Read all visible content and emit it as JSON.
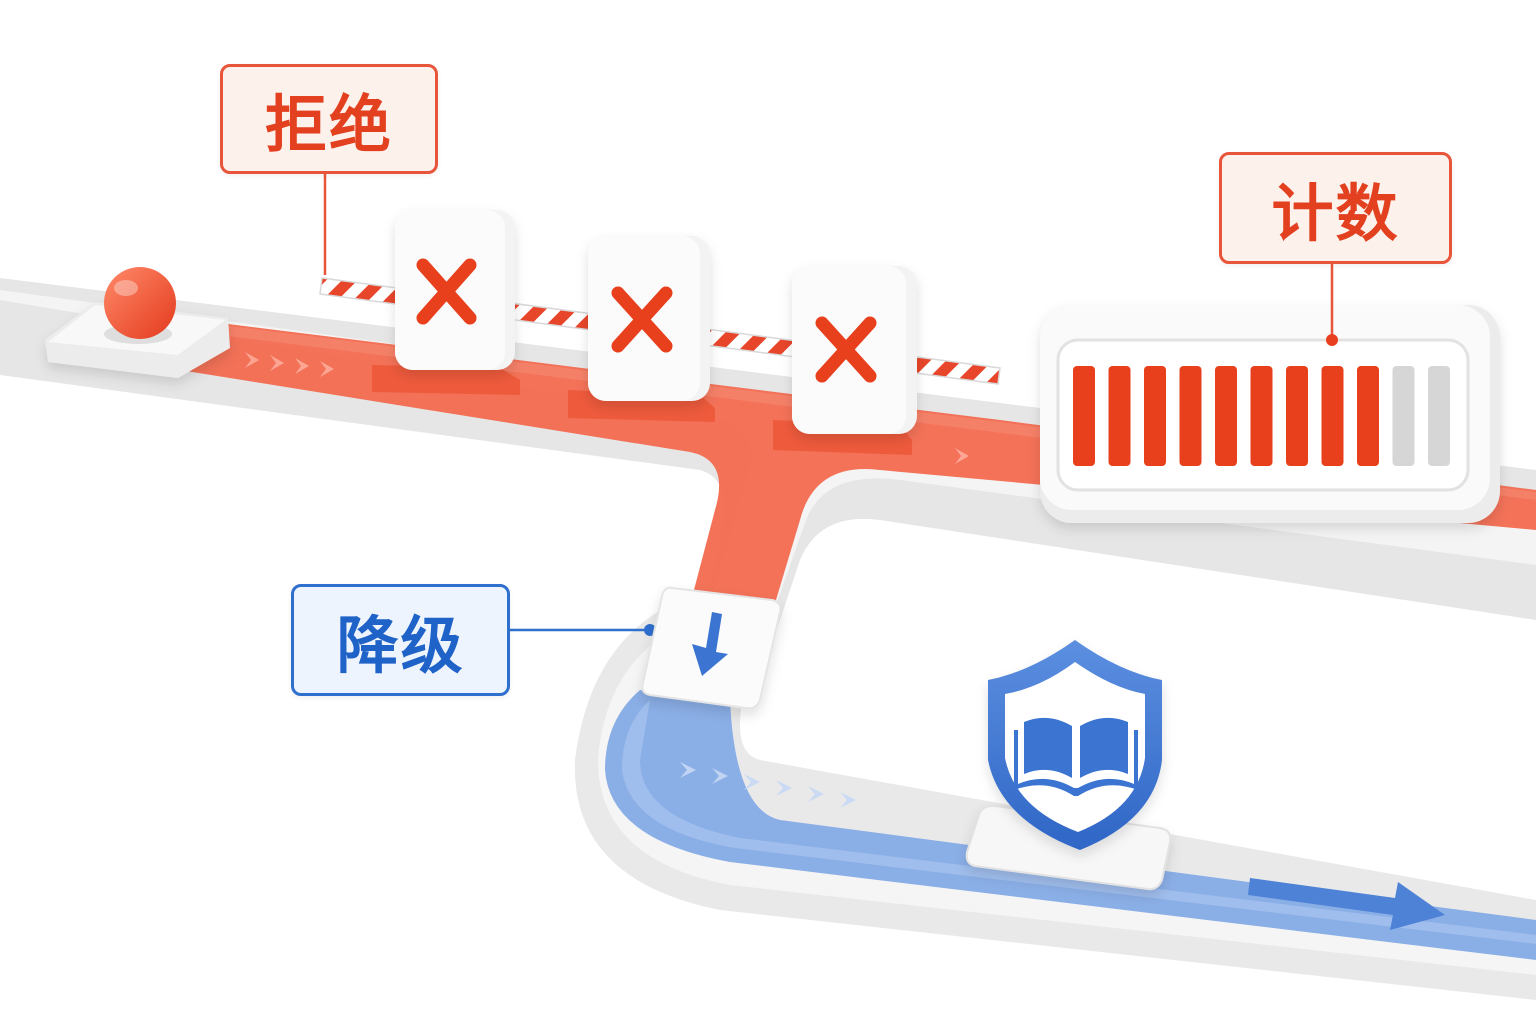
{
  "labels": {
    "reject": "拒绝",
    "count": "计数",
    "degrade": "降级"
  },
  "counter": {
    "filled": 9,
    "total": 11
  },
  "icons": {
    "gate": "x-mark-icon",
    "degrade": "arrow-down-icon",
    "fallback": "shield-book-icon",
    "source": "ball-icon",
    "exit": "arrow-right-icon"
  },
  "colors": {
    "reject_track": "#f26a4f",
    "fallback_track": "#8aaee6",
    "base_track": "#ececec",
    "accent_red": "#e8401f",
    "accent_blue": "#3a74d1"
  }
}
